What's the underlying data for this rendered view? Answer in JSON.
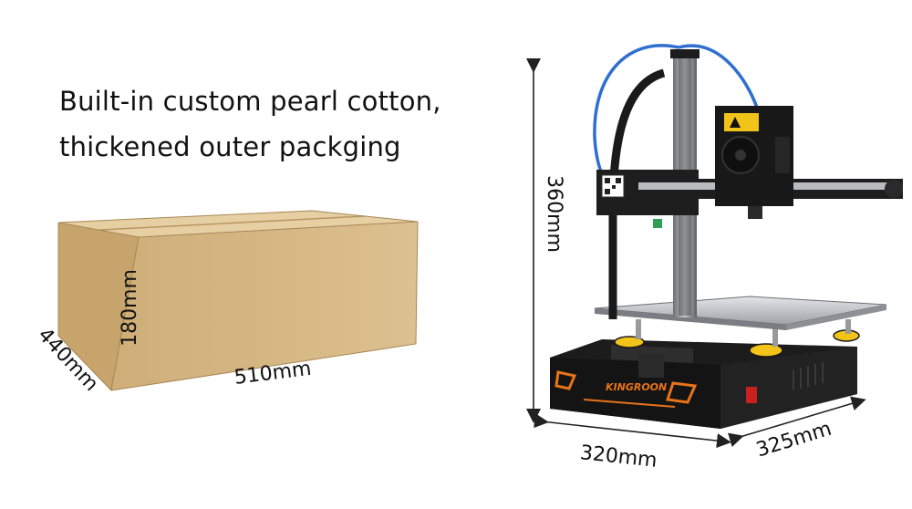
{
  "headline": {
    "line1": "Built-in custom pearl cotton,",
    "line2": "thickened outer packging"
  },
  "box": {
    "width_label": "510mm",
    "depth_label": "440mm",
    "height_label": "180mm"
  },
  "printer": {
    "height_label": "360mm",
    "width_label": "320mm",
    "depth_label": "325mm",
    "brand": "KINGROON"
  },
  "colors": {
    "cardboard": "#d6b783",
    "frame": "#1e1e1e",
    "accent_orange": "#e8731a",
    "knob_yellow": "#f2c318",
    "bed_silver": "#c9ccd0",
    "tube_blue": "#2f6fd0"
  }
}
